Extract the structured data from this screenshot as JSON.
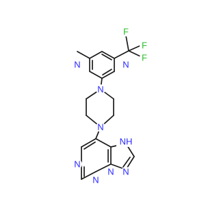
{
  "molecule": {
    "atom_labels": {
      "pyrimidine_n1": "N",
      "pyrimidine_n3": "N",
      "piperazine_n_top": "N",
      "piperazine_n_bottom": "N",
      "purine_n_left": "N",
      "purine_n_right": "N",
      "purine_n_low": "N",
      "imidazole_nh": "NH",
      "imidazole_n": "N",
      "fluorine_1": "F",
      "fluorine_2": "F",
      "fluorine_3": "F"
    },
    "colors": {
      "nitrogen": "#2a2aff",
      "fluorine": "#2bbf2b",
      "bond": "#1a1a1a"
    }
  }
}
